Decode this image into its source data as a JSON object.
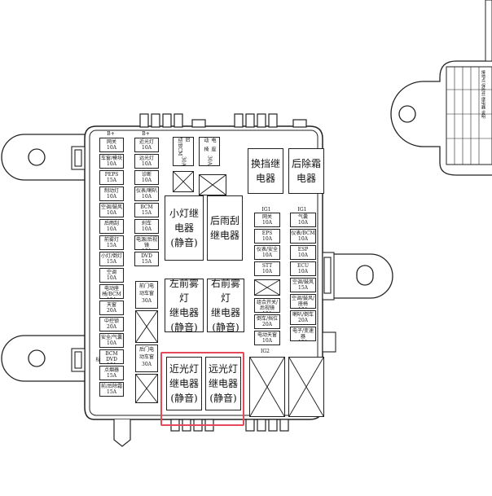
{
  "col_b_header": "B+",
  "col_a_header": "B+",
  "left_col_a": [
    {
      "l1": "网关",
      "l2": "10A"
    },
    {
      "l1": "车窗/模块",
      "l2": "10A"
    },
    {
      "l1": "PEPS",
      "l2": "15A"
    },
    {
      "l1": "制动灯",
      "l2": "10A"
    },
    {
      "l1": "空调/鼓风",
      "l2": "10A"
    },
    {
      "l1": "后雨刮",
      "l2": "10A"
    },
    {
      "l1": "前雾灯",
      "l2": "15A"
    },
    {
      "l1": "小灯/倒灯",
      "l2": "15A"
    },
    {
      "l1": "空调",
      "l2": "10A"
    },
    {
      "l1": "电动座椅/BCM",
      "l2": "15A"
    },
    {
      "l1": "天窗",
      "l2": "20A"
    },
    {
      "l1": "中控锁",
      "l2": "20A"
    },
    {
      "l1": "安全/气囊",
      "l2": "10A"
    },
    {
      "l1": "BCM DVD",
      "l2": "10A"
    },
    {
      "l1": "点烟器",
      "l2": "15A"
    },
    {
      "l1": "前/后除霜",
      "l2": "15A"
    }
  ],
  "left_col_b": [
    {
      "l1": "近光灯",
      "l2": "10A"
    },
    {
      "l1": "远光灯",
      "l2": "10A"
    },
    {
      "l1": "诊断",
      "l2": "10A"
    },
    {
      "l1": "仪表/喇叭",
      "l2": "10A"
    },
    {
      "l1": "BCM",
      "l2": "15A"
    },
    {
      "l1": "刹车",
      "l2": "10A"
    },
    {
      "l1": "电源/后视镜",
      "l2": "10A"
    },
    {
      "l1": "DVD",
      "l2": "15A"
    }
  ],
  "door_relay_1": {
    "l1": "前门电",
    "l2": "动车窗",
    "l3": "30A"
  },
  "door_relay_2": {
    "l1": "后门电",
    "l2": "动车窗",
    "l3": "30A"
  },
  "top_small_1": {
    "l1": "启动/BCM",
    "l2": "30A"
  },
  "top_small_2": {
    "l1": "电动",
    "l2": "座椅",
    "l3": "30A"
  },
  "relay_reverse": {
    "l1": "换挡继",
    "l2": "电器"
  },
  "relay_rear_defrost": {
    "l1": "后除霜",
    "l2": "电器"
  },
  "relay_small_light": {
    "l1": "小灯继",
    "l2": "电器",
    "l3": "(静音)"
  },
  "relay_rear_wiper": {
    "l1": "后雨刮",
    "l2": "继电器"
  },
  "relay_left_fog": {
    "l1": "左前雾灯",
    "l2": "继电器",
    "l3": "(静音)"
  },
  "relay_right_fog": {
    "l1": "右前雾灯",
    "l2": "继电器",
    "l3": "(静音)"
  },
  "relay_low_beam": {
    "l1": "近光灯",
    "l2": "继电器",
    "l3": "(静音)"
  },
  "relay_high_beam": {
    "l1": "远光灯",
    "l2": "继电器",
    "l3": "(静音)"
  },
  "ig_col_a_header": "IG1",
  "ig_col_b_header": "IG1",
  "ig_col_a": [
    {
      "l1": "网关",
      "l2": "10A"
    },
    {
      "l1": "EPS",
      "l2": "10A"
    },
    {
      "l1": "仪表/安全",
      "l2": "10A"
    },
    {
      "l1": "STT",
      "l2": "10A"
    }
  ],
  "ig_col_a_lower": [
    {
      "l1": "组合开关/后视镜",
      "l2": "10A"
    },
    {
      "l1": "倒车/挡位",
      "l2": "20A"
    },
    {
      "l1": "电动天窗",
      "l2": "10A"
    }
  ],
  "ig_col_b": [
    {
      "l1": "气囊",
      "l2": "10A"
    },
    {
      "l1": "仪表/BCM",
      "l2": "10A"
    },
    {
      "l1": "ESP",
      "l2": "10A"
    },
    {
      "l1": "ECU",
      "l2": "10A"
    },
    {
      "l1": "空调/鼓风",
      "l2": "15A"
    },
    {
      "l1": "空调/鼓风/座椅",
      "l2": "10A"
    },
    {
      "l1": "喇叭/倒车",
      "l2": "20A"
    },
    {
      "l1": "电子/变速器",
      "l2": "15A"
    }
  ],
  "ig2_label": "IG2",
  "side_label_left": "标",
  "right_strip_text": "接地点 保险丝 继电器 说明"
}
